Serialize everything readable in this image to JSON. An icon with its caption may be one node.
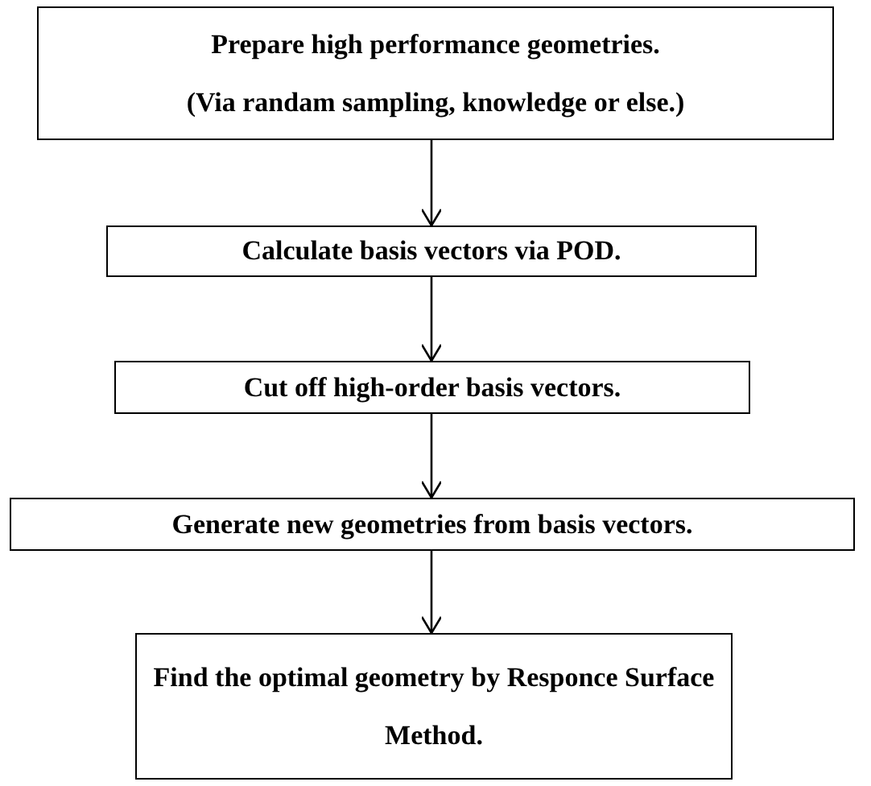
{
  "diagram": {
    "nodes": [
      {
        "text": [
          "Prepare high performance geometries.",
          "(Via randam sampling, knowledge or else.)"
        ]
      },
      {
        "text": [
          "Calculate basis vectors via POD."
        ]
      },
      {
        "text": [
          "Cut off high-order basis vectors."
        ]
      },
      {
        "text": [
          "Generate new geometries from basis vectors."
        ]
      },
      {
        "text": [
          "Find the optimal geometry by Responce Surface Method."
        ]
      }
    ],
    "edges": [
      {
        "from": 0,
        "to": 1,
        "arrow": "to"
      },
      {
        "from": 1,
        "to": 2,
        "arrow": "to"
      },
      {
        "from": 2,
        "to": 3,
        "arrow": "to"
      },
      {
        "from": 3,
        "to": 4,
        "arrow": "to"
      }
    ]
  }
}
